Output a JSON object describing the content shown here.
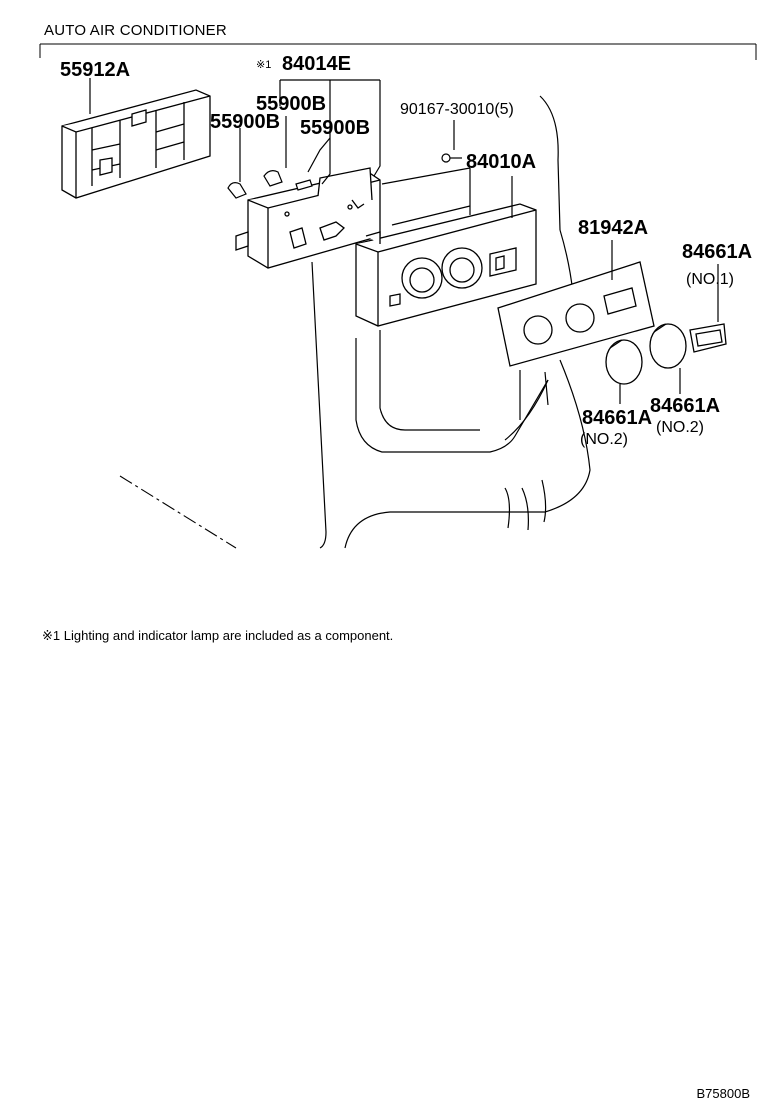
{
  "title": "AUTO AIR CONDITIONER",
  "note_marker": "※1",
  "parts": {
    "p55912a": "55912A",
    "p84014e": "84014E",
    "p55900b_top": "55900B",
    "p55900b_left": "55900B",
    "p55900b_right": "55900B",
    "p90167": "90167-30010(5)",
    "p84010a": "84010A",
    "p81942a": "81942A",
    "p84661a_no1": "84661A",
    "p84661a_no1_sub": "(NO.1)",
    "p84661a_left": "84661A",
    "p84661a_left_sub": "(NO.2)",
    "p84661a_right": "84661A",
    "p84661a_right_sub": "(NO.2)"
  },
  "footnote": "※1 Lighting and indicator lamp are included as a component.",
  "drawing_code": "B75800B"
}
